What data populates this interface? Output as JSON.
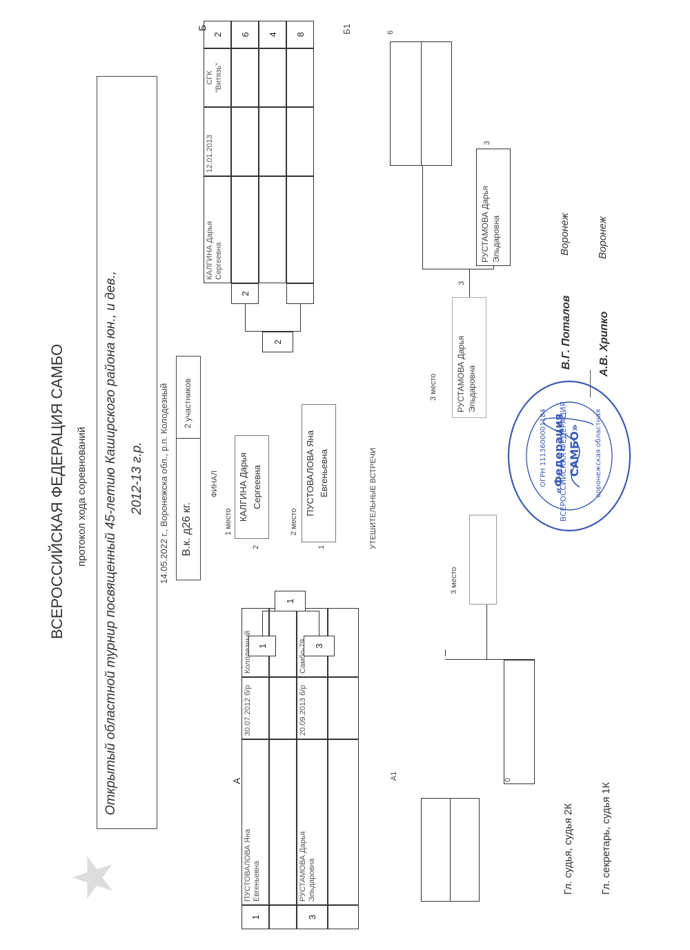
{
  "header": {
    "federation": "ВСЕРОССИЙСКАЯ ФЕДЕРАЦИЯ САМБО",
    "protocol": "протокол хода соревнований",
    "tournament_line1": "Открытый областной турнир посвященный 45-летию Каширского района юн., и дев.,",
    "tournament_line2": "2012-13 г.р.",
    "date_location": "14.05.2022 г., Воронежска обл., р.п. Колодезный",
    "weight_category": "В.к. д26    кг.",
    "participants": "2 участников"
  },
  "group_a": {
    "label": "А",
    "rows": [
      {
        "num": "1",
        "name_line1": "ПУСТОВАЛОВА Яна",
        "name_line2": "Евгеньевна",
        "birth": "30.07.2012 б/р",
        "team": "Колодезный"
      },
      {
        "num": "3",
        "name_line1": "РУСТАМОВА Дарья",
        "name_line2": "Эльдаровна",
        "birth": "20.09.2013 б/р",
        "team": "Самбо-79"
      }
    ],
    "winner_top": "1",
    "winner_bottom": "3",
    "final_winner": "1"
  },
  "group_a1": {
    "label": "А1",
    "score": "0",
    "place_label": "3 место"
  },
  "final": {
    "label": "ФИНАЛ",
    "first_place_label": "1 место",
    "first_score": "2",
    "first_name_line1": "КАЛГИНА Дарья",
    "first_name_line2": "Сергеевна",
    "second_place_label": "2 место",
    "second_score": "1",
    "second_name_line1": "ПУСТОВАЛОВА Яна",
    "second_name_line2": "Евгеньевна",
    "repechage_label": "УТЕШИТЕЛЬНЫЕ ВСТРЕЧИ"
  },
  "group_b": {
    "label": "Б",
    "rows": [
      {
        "num": "2",
        "name_line1": "КАЛГИНА Дарья",
        "name_line2": "Сергеевна",
        "birth": "12.01.2013",
        "team_line1": "СГК",
        "team_line2": "\"Витязь\""
      },
      {
        "num": "6"
      },
      {
        "num": "4"
      },
      {
        "num": "8"
      }
    ],
    "winner_top": "2",
    "final_winner": "2"
  },
  "group_b1": {
    "label": "Б1",
    "score_top": "6",
    "score_bottom": "3",
    "bottom_name_line1": "РУСТАМОВА Дарья",
    "bottom_name_line2": "Эльдаровна",
    "semi_score": "3",
    "third_name_line1": "РУСТАМОВА Дарья",
    "third_name_line2": "Эльдаровна",
    "place_label": "3 место"
  },
  "signatures": {
    "chief_judge_label": "Гл. судья, судья 2К",
    "chief_judge_name": "В.Г. Поталов",
    "chief_judge_city": "Воронеж",
    "chief_secretary_label": "Гл. секретарь, судья 1К",
    "chief_secretary_name": "А.В. Хрипко",
    "chief_secretary_city": "Воронеж"
  }
}
